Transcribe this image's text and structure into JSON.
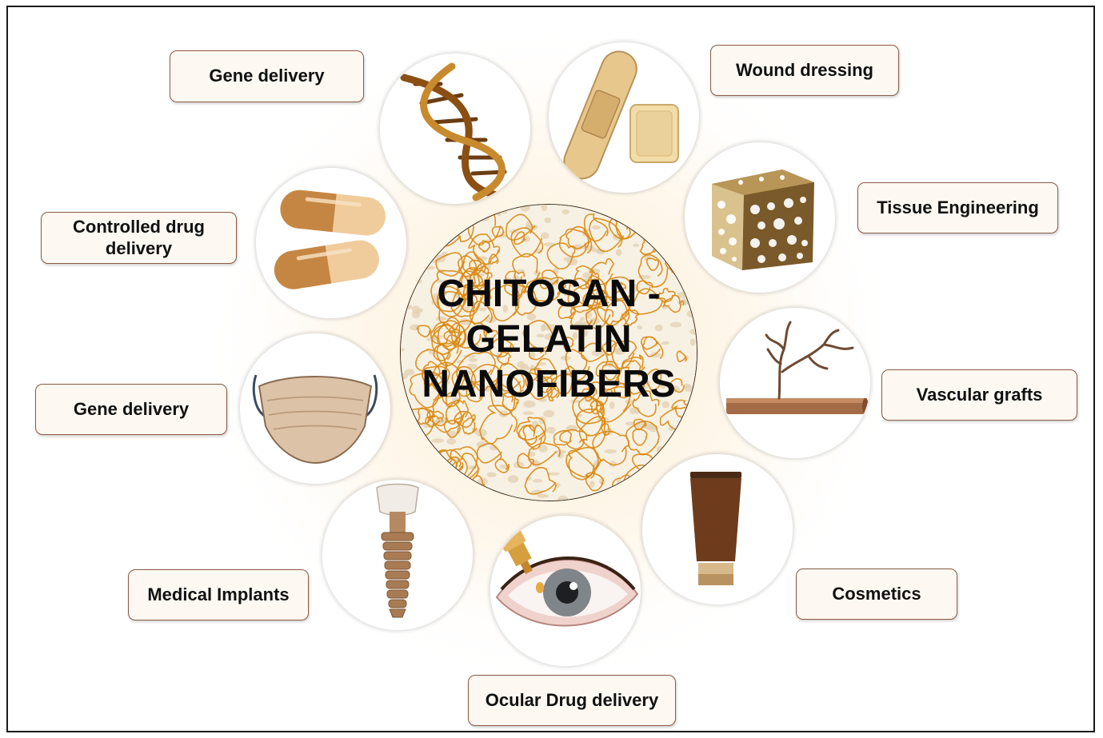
{
  "center": {
    "lines": [
      "CHITOSAN -",
      "GELATIN",
      "NANOFIBERS"
    ]
  },
  "applications": [
    {
      "label": "Gene delivery",
      "icon": "dna-icon"
    },
    {
      "label": "Wound dressing",
      "icon": "bandage-icon"
    },
    {
      "label": "Controlled drug delivery",
      "icon": "capsules-icon"
    },
    {
      "label": "Tissue Engineering",
      "icon": "tissue-scaffold-icon"
    },
    {
      "label": "Gene delivery",
      "icon": "face-mask-icon"
    },
    {
      "label": "Vascular grafts",
      "icon": "vascular-graft-icon"
    },
    {
      "label": "Medical Implants",
      "icon": "dental-implant-icon"
    },
    {
      "label": "Cosmetics",
      "icon": "cosmetic-tube-icon"
    },
    {
      "label": "Ocular Drug delivery",
      "icon": "eye-drop-icon"
    }
  ],
  "colors": {
    "label_border": "#8a5a44",
    "label_fill": "#fdf9f2",
    "fiber": "#d9870e",
    "accent_brown": "#8b5a2b"
  }
}
